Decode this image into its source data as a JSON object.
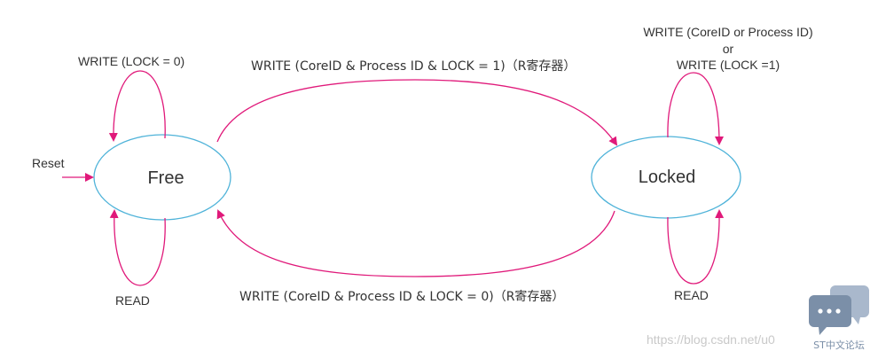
{
  "colors": {
    "state_stroke": "#4fb3d9",
    "edge": "#e0197a",
    "text": "#333333",
    "watermark": "#c9c9c9",
    "logo": "#8a9bb3"
  },
  "states": {
    "free": "Free",
    "locked": "Locked"
  },
  "reset": {
    "label": "Reset"
  },
  "edges": {
    "free_self_top": "WRITE (LOCK = 0)",
    "free_self_bottom": "READ",
    "free_to_locked": "WRITE (CoreID & Process ID & LOCK = 1)（R寄存器）",
    "locked_to_free": "WRITE (CoreID & Process ID & LOCK = 0)（R寄存器）",
    "locked_self_top_line1": "WRITE (CoreID or Process ID)",
    "locked_self_top_line2": "or",
    "locked_self_top_line3": "WRITE (LOCK =1)",
    "locked_self_bottom": "READ"
  },
  "watermark": {
    "url": "https://blog.csdn.net/u0",
    "logo_caption": "ST中文论坛",
    "logo_icon": "speech-bubble-icon"
  }
}
